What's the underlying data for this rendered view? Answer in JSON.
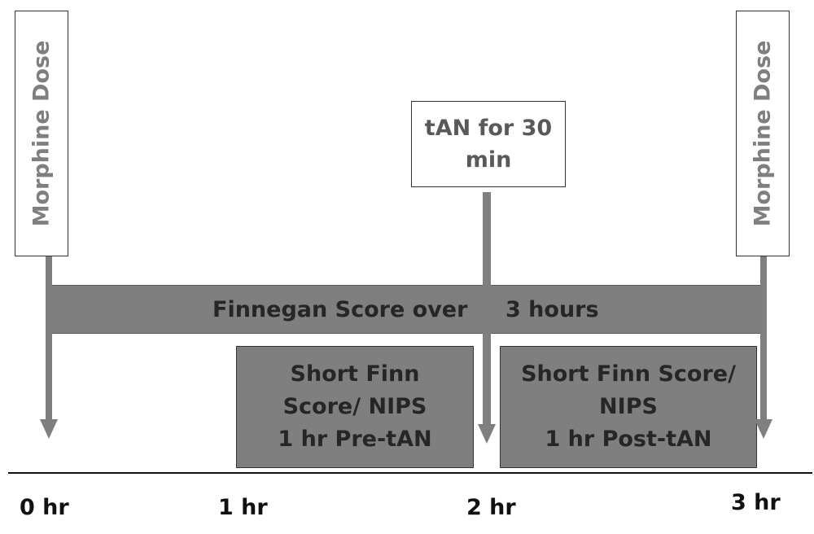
{
  "doses": {
    "start_label": "Morphine Dose",
    "end_label": "Morphine Dose"
  },
  "tan_box": {
    "line1": "tAN for 30",
    "line2": "min"
  },
  "band": {
    "left_text": "Finnegan Score over",
    "right_text": "3 hours"
  },
  "pre_box": {
    "line1": "Short Finn",
    "line2": "Score/ NIPS",
    "line3": "1 hr Pre-tAN"
  },
  "post_box": {
    "line1": "Short Finn Score/",
    "line2": "NIPS",
    "line3": "1 hr Post-tAN"
  },
  "axis": {
    "ticks": [
      "0 hr",
      "1 hr",
      "2 hr",
      "3 hr"
    ]
  },
  "colors": {
    "fill_gray": "#7f7f7f",
    "text_dark": "#262626",
    "label_gray": "#7f7f7f"
  }
}
